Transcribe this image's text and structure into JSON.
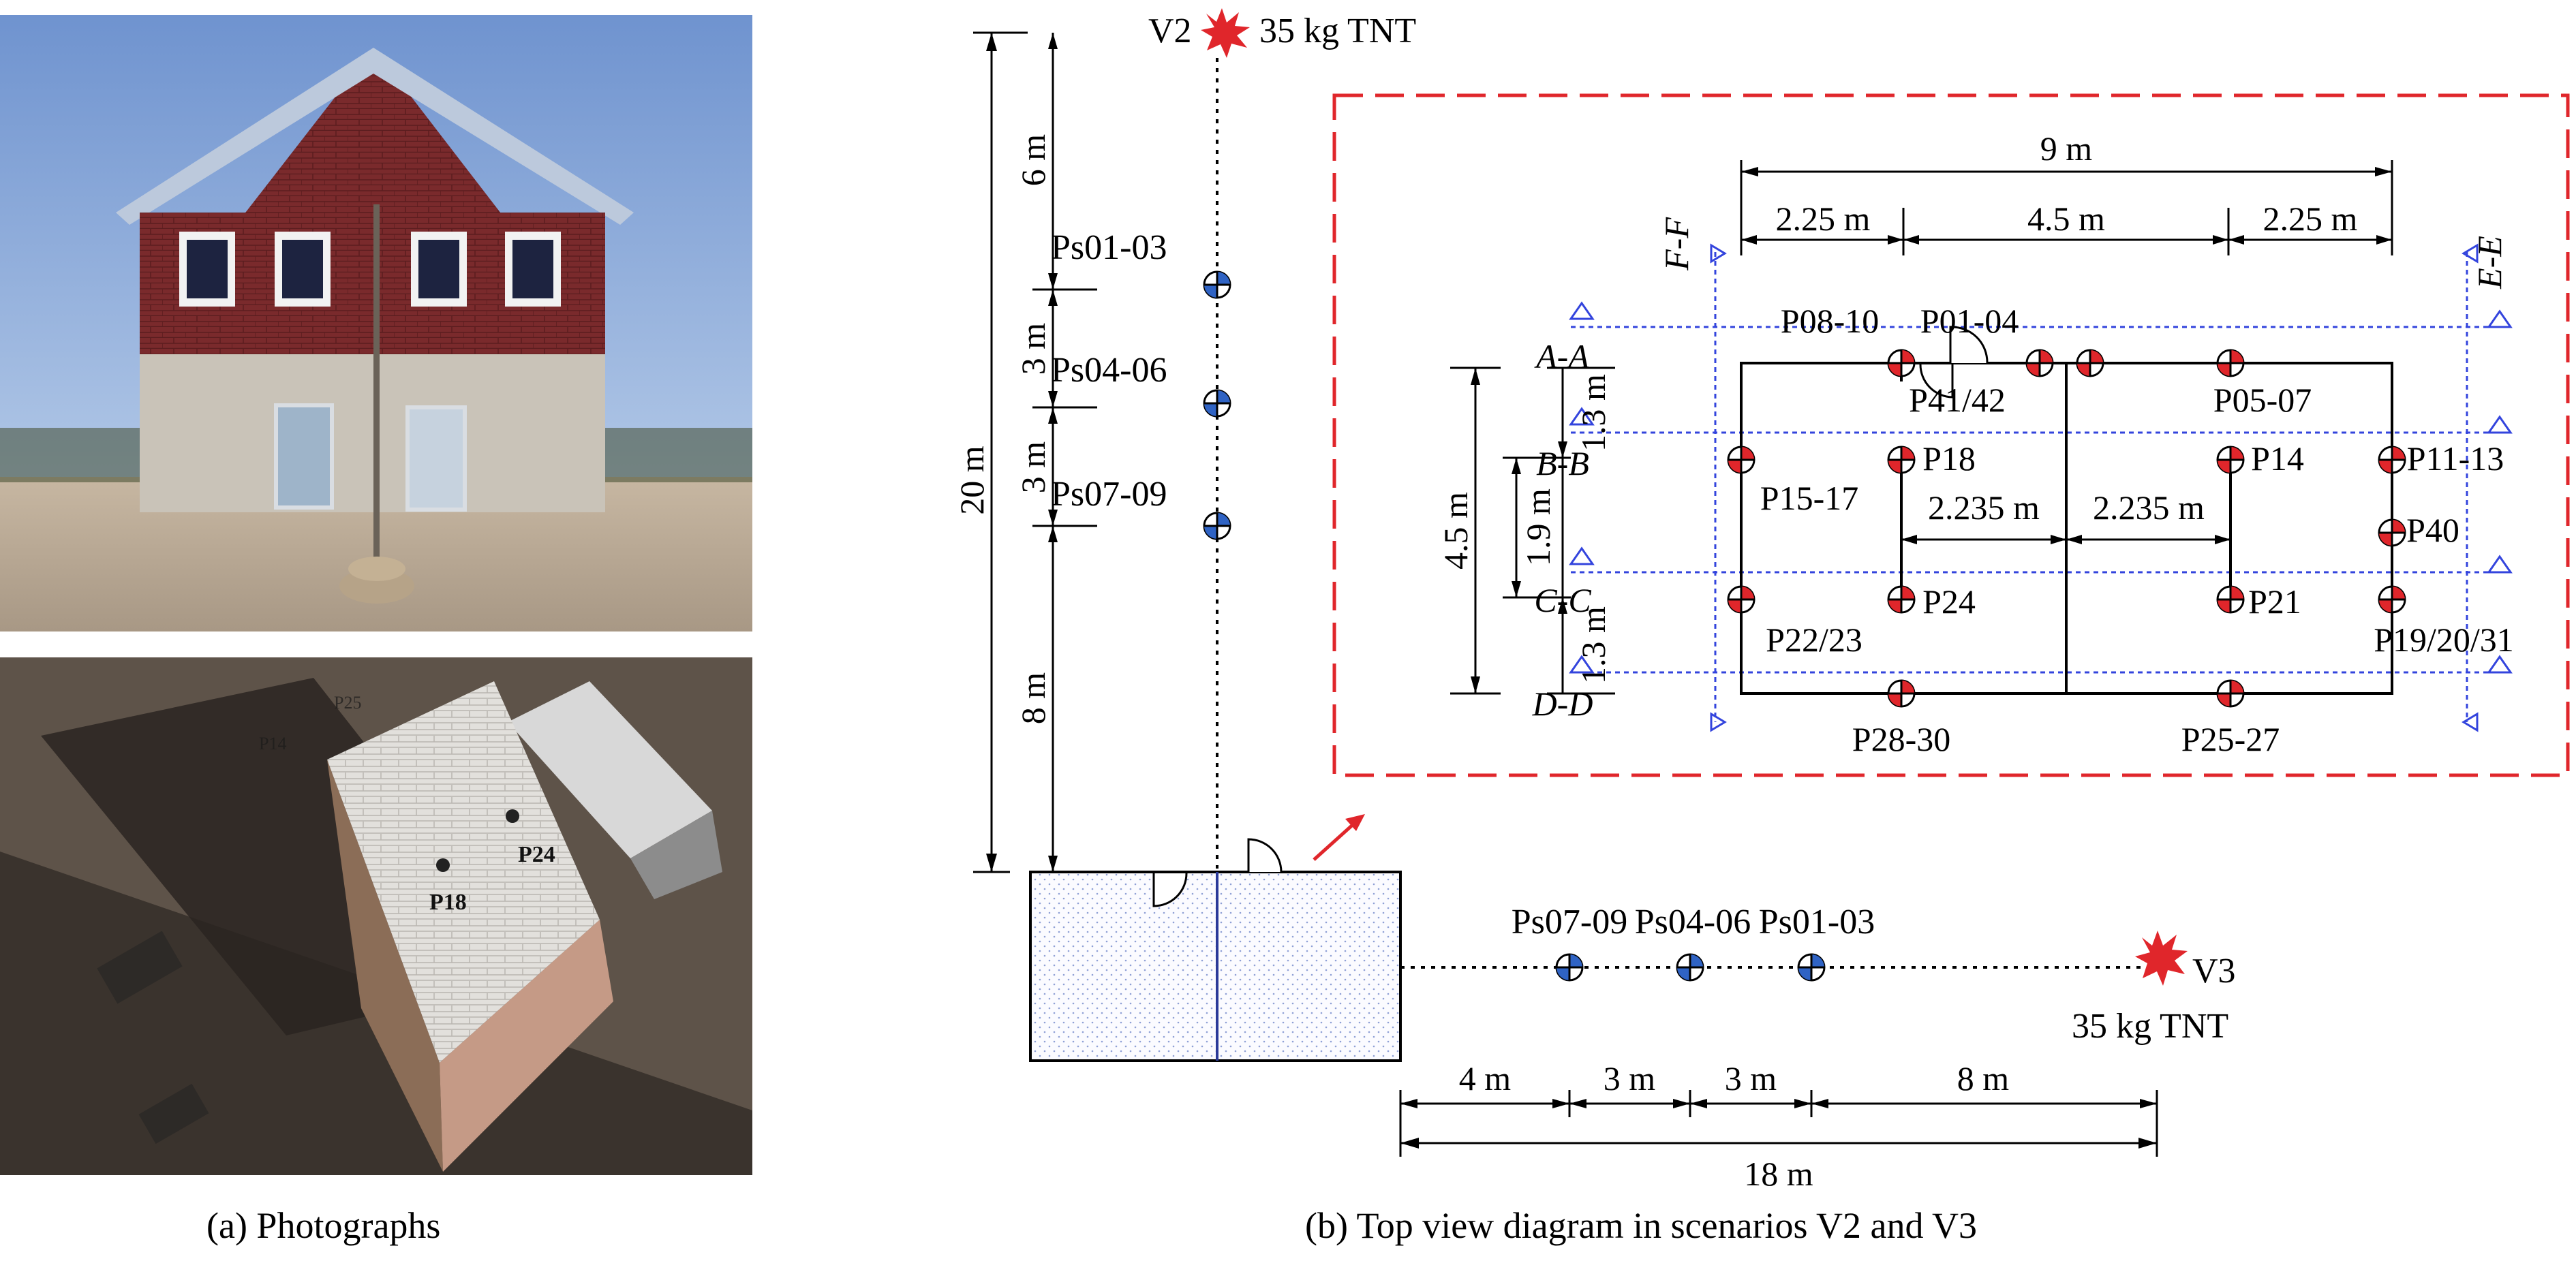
{
  "photographs": {
    "caption": "(a) Photographs",
    "markers": [
      "P18",
      "P24"
    ],
    "faded_labels": [
      "P25",
      "P14"
    ]
  },
  "diagram": {
    "caption": "(b) Top view diagram in scenarios V2 and V3",
    "charges": {
      "v2": {
        "label": "V2",
        "charge": "35 kg TNT"
      },
      "v3": {
        "label": "V3",
        "charge": "35 kg TNT"
      }
    },
    "free_field_gauges": [
      "Ps01-03",
      "Ps04-06",
      "Ps07-09"
    ],
    "v2_dimensions": {
      "total": "20 m",
      "segments": [
        "6 m",
        "3 m",
        "3 m",
        "8 m"
      ]
    },
    "v3_dimensions": {
      "total": "18 m",
      "segments": [
        "4 m",
        "3 m",
        "3 m",
        "8 m"
      ]
    },
    "detail": {
      "width_dims": {
        "total": "9 m",
        "left": "2.25 m",
        "middle": "4.5 m",
        "right": "2.25 m"
      },
      "depth_dims": {
        "total": "4.5 m",
        "top": "1.3 m",
        "middle": "1.9 m",
        "bottom": "1.3 m"
      },
      "inner_dims": {
        "left": "2.235 m",
        "right": "2.235 m"
      },
      "sections": {
        "aa": "A-A",
        "bb": "B-B",
        "cc": "C-C",
        "dd": "D-D",
        "ee": "E-E",
        "ff": "F-F"
      },
      "gauges": {
        "p08_10": "P08-10",
        "p01_04": "P01-04",
        "p41_42": "P41/42",
        "p05_07": "P05-07",
        "p15_17": "P15-17",
        "p18": "P18",
        "p14": "P14",
        "p11_13": "P11-13",
        "p40": "P40",
        "p22_23": "P22/23",
        "p24": "P24",
        "p21": "P21",
        "p19_20_31": "P19/20/31",
        "p28_30": "P28-30",
        "p25_27": "P25-27"
      }
    }
  },
  "colors": {
    "dashed_frame": "#e0262b",
    "section_lines": "#3344dd",
    "gauge_red": "#e0262b",
    "gauge_blue": "#2f63c4",
    "explosion": "#e0262b",
    "sky": "#a9c4e6",
    "brick": "#7a2a2c",
    "plaster": "#c9c3b8"
  }
}
